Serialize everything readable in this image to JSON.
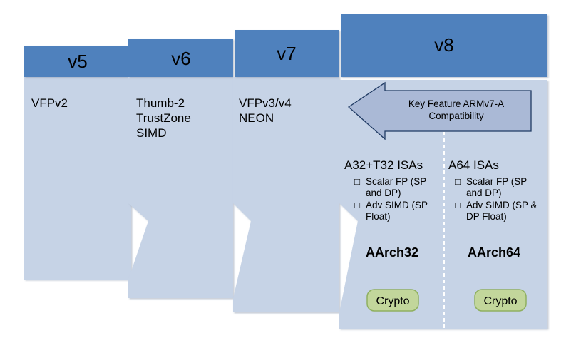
{
  "columns": [
    {
      "id": "v5",
      "header": "v5",
      "lines": [
        "VFPv2"
      ]
    },
    {
      "id": "v6",
      "header": "v6",
      "lines": [
        "Thumb-2",
        "TrustZone",
        "SIMD"
      ]
    },
    {
      "id": "v7",
      "header": "v7",
      "lines": [
        "VFPv3/v4",
        "NEON"
      ]
    },
    {
      "id": "v8",
      "header": "v8"
    }
  ],
  "feature_arrow": {
    "lines": [
      "Key Feature ARMv7-A",
      "Compatibility"
    ]
  },
  "aarch32": {
    "isa_title": "A32+T32 ISAs",
    "bullets": [
      [
        "Scalar FP (SP",
        "and DP)"
      ],
      [
        "Adv SIMD (SP",
        "Float)"
      ]
    ],
    "name": "AArch32",
    "crypto_label": "Crypto"
  },
  "aarch64": {
    "isa_title": "A64 ISAs",
    "bullets": [
      [
        "Scalar FP (SP",
        "and DP)"
      ],
      [
        "Adv SIMD (SP &",
        "DP Float)"
      ]
    ],
    "name": "AArch64",
    "crypto_label": "Crypto"
  },
  "bullet_glyph": "□",
  "colors": {
    "header_blue": "#4f81bd",
    "panel_light": "#c6d3e6",
    "arrow_fill": "#aab9d6",
    "arrow_stroke": "#1f3a63",
    "crypto_fill": "#c2d69b",
    "crypto_stroke": "#8fb060"
  }
}
